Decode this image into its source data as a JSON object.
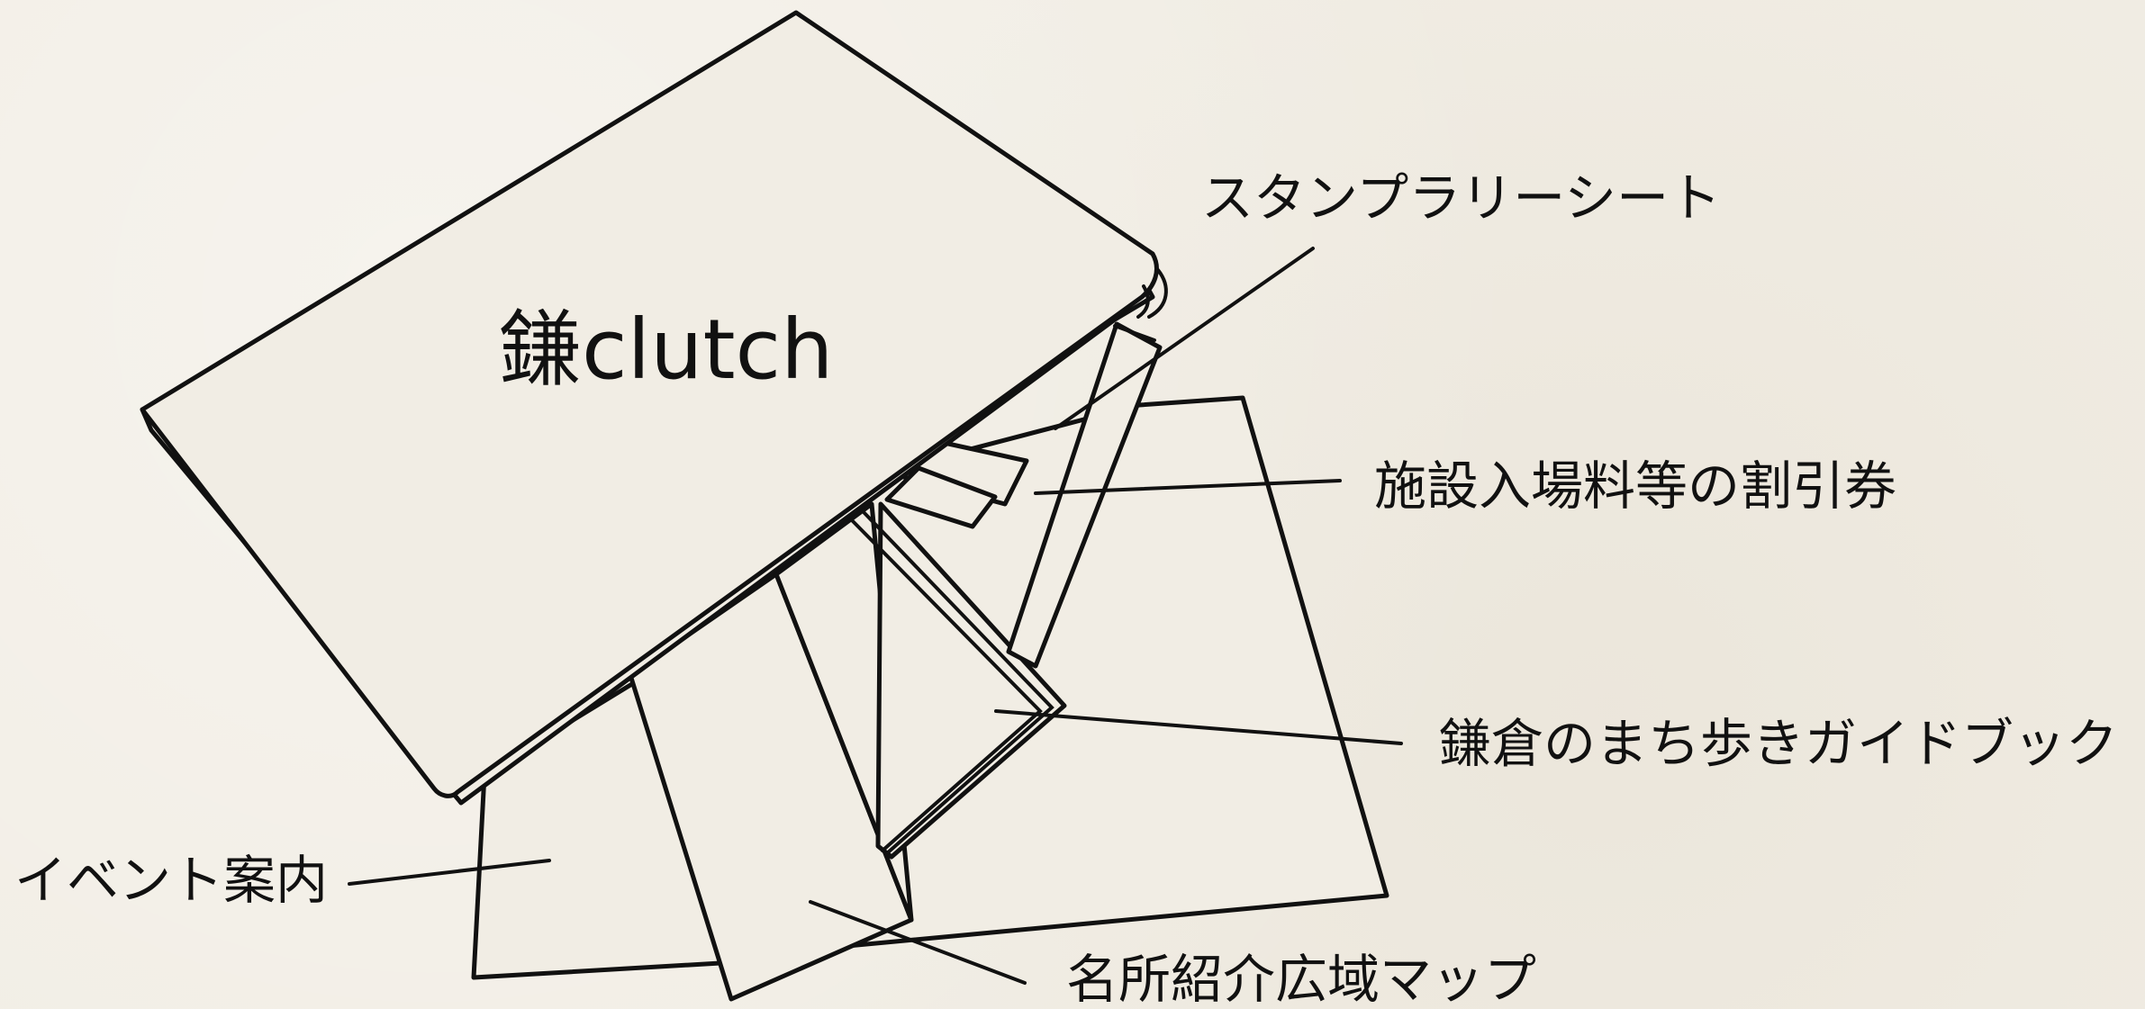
{
  "diagram": {
    "wallet_label": "鎌clutch",
    "labels": {
      "stamp_rally_sheet": "スタンプラリーシート",
      "discount_tickets": "施設入場料等の割引券",
      "guide_book": "鎌倉のまち歩きガイドブック",
      "event_info": "イベント案内",
      "area_map": "名所紹介広域マップ"
    }
  }
}
